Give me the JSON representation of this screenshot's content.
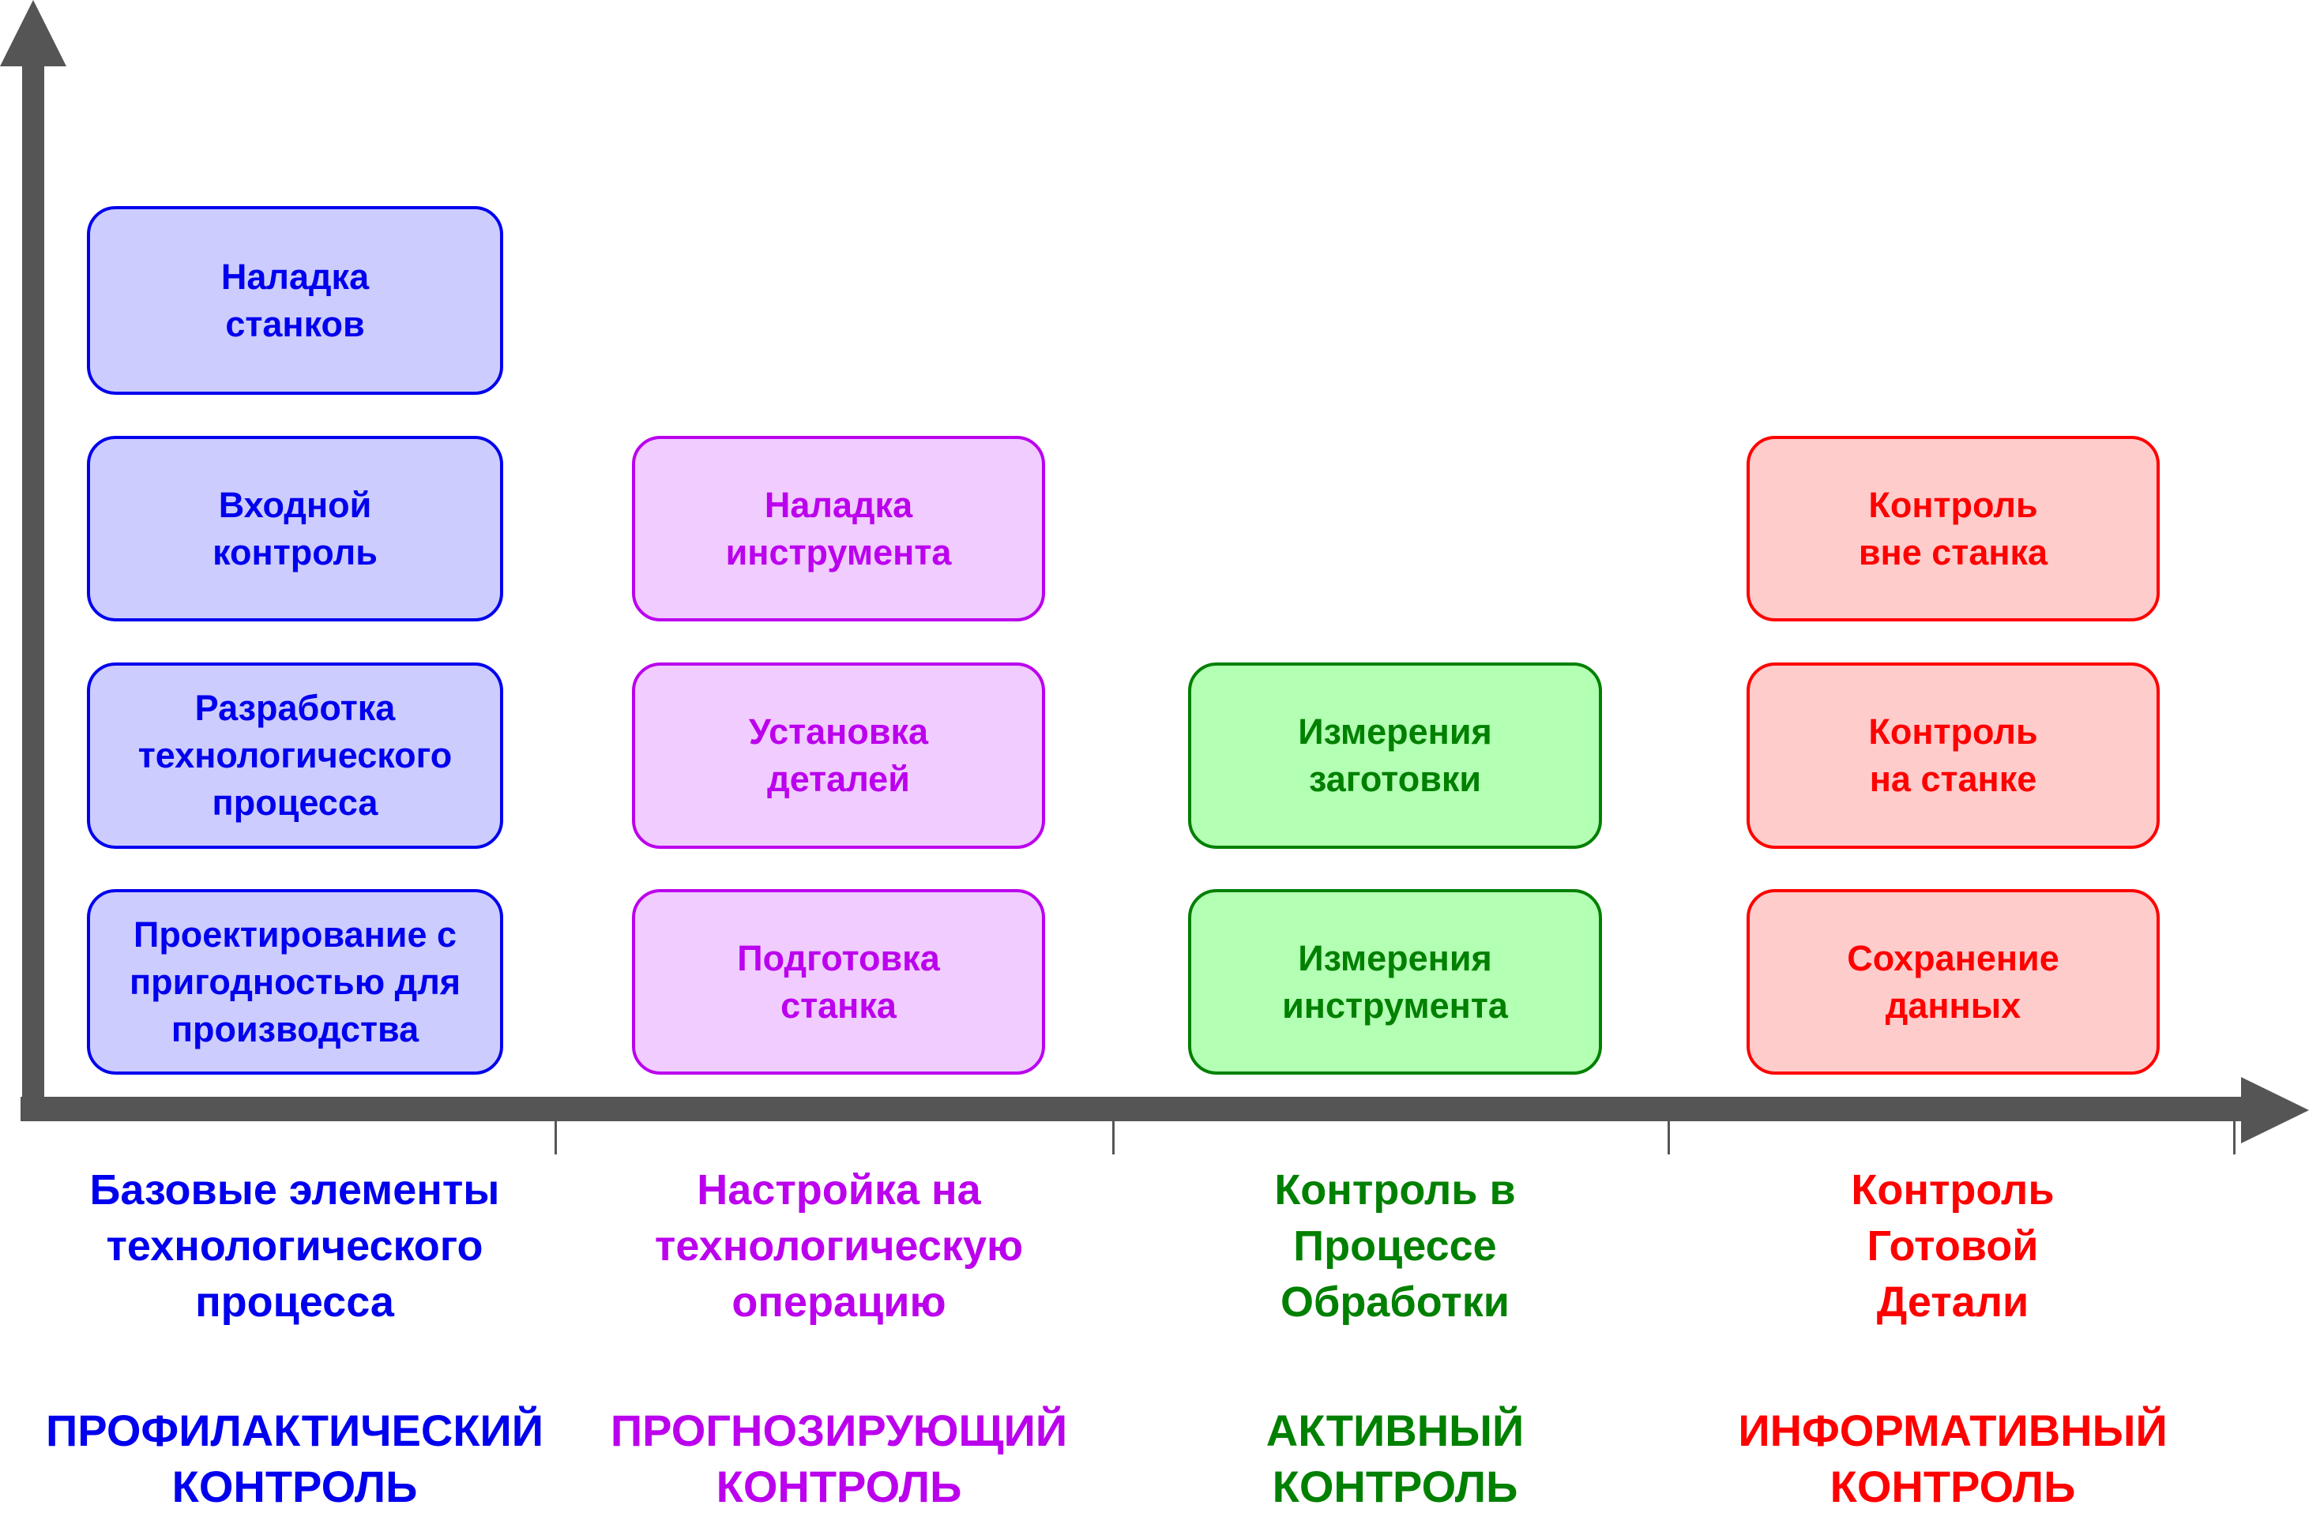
{
  "colors": {
    "axis": "#555555",
    "blue": "#0000ee",
    "purple": "#bb00ee",
    "green": "#008000",
    "red": "#ff0000"
  },
  "columns": [
    {
      "boxes": [
        [
          "Наладка",
          "станков"
        ],
        [
          "Входной",
          "контроль"
        ],
        [
          "Разработка",
          "технологического",
          "процесса"
        ],
        [
          "Проектирование с",
          "пригодностью для",
          "производства"
        ]
      ],
      "category": [
        "Базовые элементы",
        "технологического",
        "процесса"
      ],
      "control_type": [
        "ПРОФИЛАКТИЧЕСКИЙ",
        "КОНТРОЛЬ"
      ]
    },
    {
      "boxes": [
        [
          "Наладка",
          "инструмента"
        ],
        [
          "Установка",
          "деталей"
        ],
        [
          "Подготовка",
          "станка"
        ]
      ],
      "category": [
        "Настройка на",
        "технологическую",
        "операцию"
      ],
      "control_type": [
        "ПРОГНОЗИРУЮЩИЙ",
        "КОНТРОЛЬ"
      ]
    },
    {
      "boxes": [
        [
          "Измерения",
          "заготовки"
        ],
        [
          "Измерения",
          "инструмента"
        ]
      ],
      "category": [
        "Контроль в",
        "Процессе",
        "Обработки"
      ],
      "control_type": [
        "АКТИВНЫЙ",
        "КОНТРОЛЬ"
      ]
    },
    {
      "boxes": [
        [
          "Контроль",
          "вне станка"
        ],
        [
          "Контроль",
          "на станке"
        ],
        [
          "Сохранение",
          "данных"
        ]
      ],
      "category": [
        "Контроль",
        "Готовой",
        "Детали"
      ],
      "control_type": [
        "ИНФОРМАТИВНЫЙ",
        "КОНТРОЛЬ"
      ]
    }
  ]
}
